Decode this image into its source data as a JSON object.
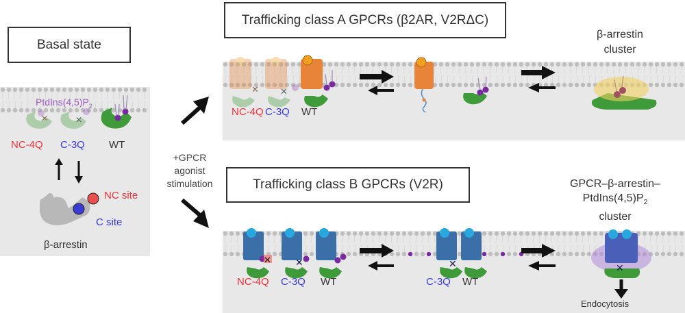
{
  "basal": {
    "title": "Basal state",
    "lipid_label": "PtdIns(4,5)P",
    "lipid_sub": "2",
    "variants": [
      "NC-4Q",
      "C-3Q",
      "WT"
    ],
    "site_nc": "NC site",
    "site_c": "C site",
    "protein_label": "β-arrestin"
  },
  "stimulus": {
    "line1": "+GPCR",
    "line2": "agonist",
    "line3": "stimulation"
  },
  "class_a": {
    "title": "Trafficking class A GPCRs (β2AR, V2RΔC)",
    "variants": [
      "NC-4Q",
      "C-3Q",
      "WT"
    ],
    "cluster_line1": "β-arrestin",
    "cluster_line2": "cluster"
  },
  "class_b": {
    "title": "Trafficking class B GPCRs (V2R)",
    "variants": [
      "NC-4Q",
      "C-3Q",
      "WT"
    ],
    "mid_variants": [
      "C-3Q",
      "WT"
    ],
    "cluster_line1": "GPCR–β-arrestin–",
    "cluster_line2": "PtdIns(4,5)P",
    "cluster_line2_sub": "2",
    "cluster_line3": "cluster",
    "outcome": "Endocytosis"
  },
  "colors": {
    "nc_site": "#e8343c",
    "c_site": "#3a3ad6",
    "arrestin_green": "#3f9a3a",
    "lipid_purple": "#7a2aa0",
    "class_a_receptor": "#e8843a",
    "class_b_receptor": "#3a6fa8",
    "membrane_gray": "#bdbdbd",
    "panel_gray": "#e8e8e8"
  }
}
